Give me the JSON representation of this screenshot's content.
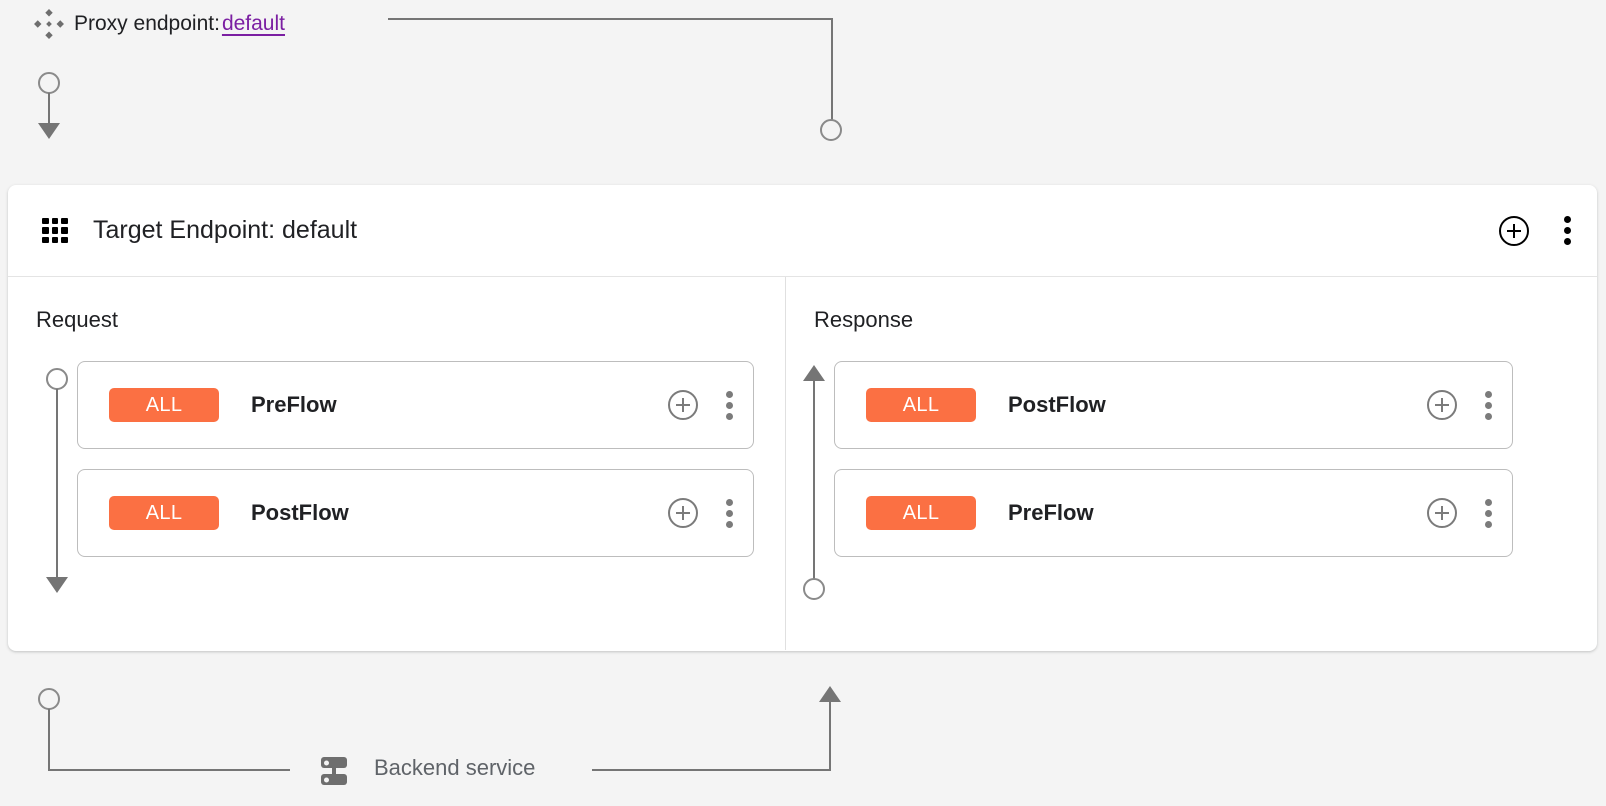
{
  "theme": {
    "page_background": "#f4f4f4",
    "panel_background": "#ffffff",
    "badge_color": "#fb7043",
    "link_color": "#7b1fa2",
    "connector_color": "#757575",
    "muted_text": "#5f6368"
  },
  "proxy": {
    "icon": "diamond-cluster-icon",
    "label": "Proxy endpoint:",
    "value": "default"
  },
  "panel": {
    "icon": "apps-grid-icon",
    "title": "Target Endpoint: default",
    "actions": {
      "add": "add-circle-icon",
      "more": "more-vert-icon"
    }
  },
  "columns": [
    {
      "key": "request",
      "title": "Request",
      "flow_direction": "down",
      "cards": [
        {
          "badge": "ALL",
          "name": "PreFlow"
        },
        {
          "badge": "ALL",
          "name": "PostFlow"
        }
      ]
    },
    {
      "key": "response",
      "title": "Response",
      "flow_direction": "up",
      "cards": [
        {
          "badge": "ALL",
          "name": "PostFlow"
        },
        {
          "badge": "ALL",
          "name": "PreFlow"
        }
      ]
    }
  ],
  "backend": {
    "icon": "dns-server-icon",
    "label": "Backend service"
  }
}
